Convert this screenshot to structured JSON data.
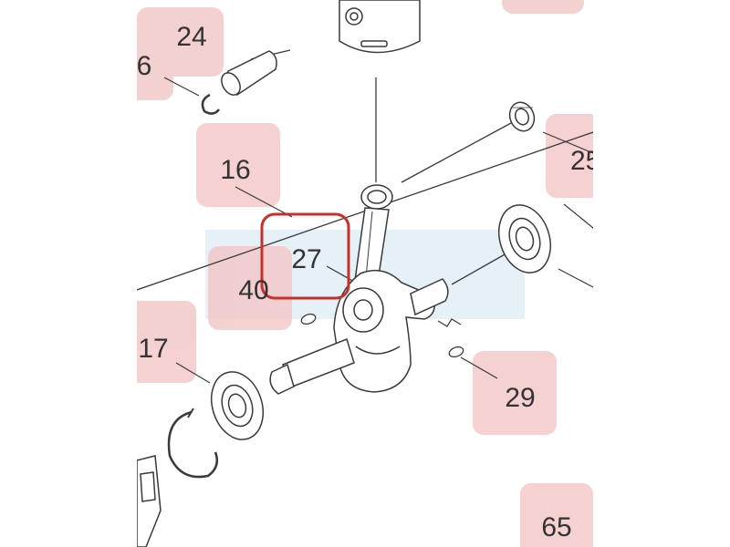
{
  "colors": {
    "background": "#ffffff",
    "line": "#3a3a3a",
    "badge": "#f3c9c9",
    "highlight": "#c8302c",
    "watermark": "#cfe6ef"
  },
  "callouts": [
    {
      "id": "24",
      "label": "24"
    },
    {
      "id": "6",
      "label": "6"
    },
    {
      "id": "16",
      "label": "16"
    },
    {
      "id": "25",
      "label": "25"
    },
    {
      "id": "27",
      "label": "27",
      "highlighted": true
    },
    {
      "id": "40",
      "label": "40"
    },
    {
      "id": "17",
      "label": "17"
    },
    {
      "id": "29",
      "label": "29"
    },
    {
      "id": "65",
      "label": "65"
    }
  ]
}
